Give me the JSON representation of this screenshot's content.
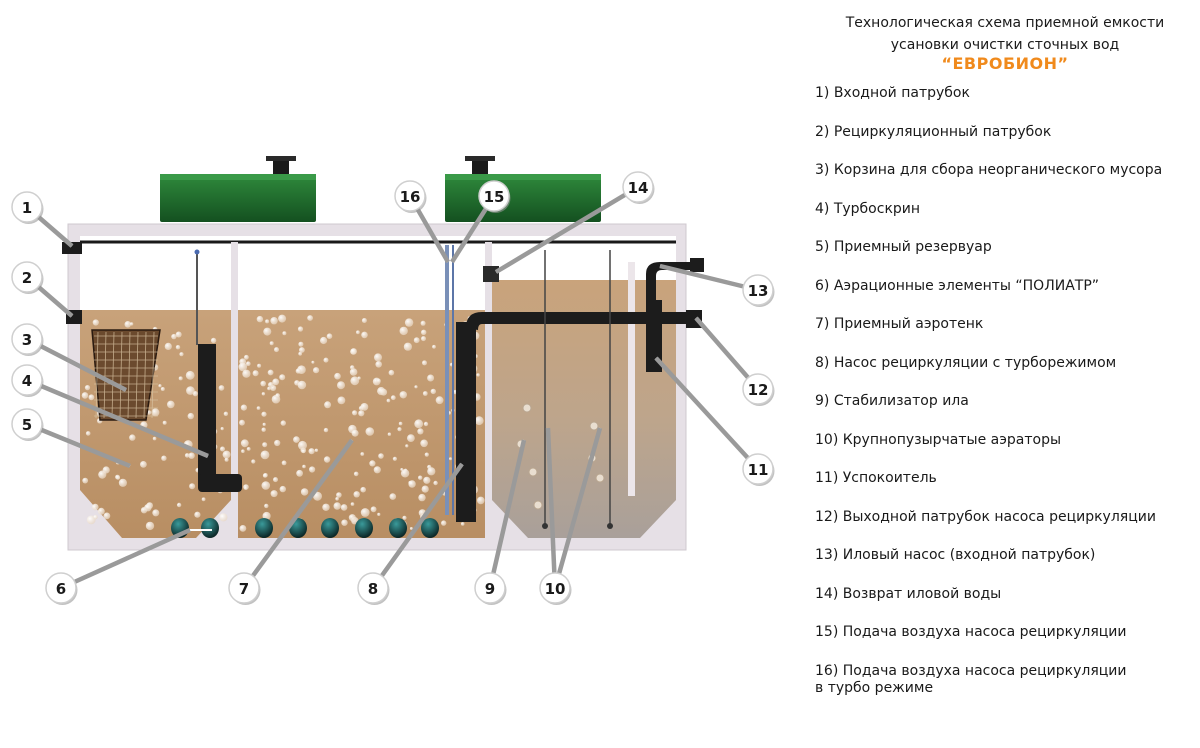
{
  "title_line1": "Технологическая схема приемной емкости",
  "title_line2": "усановки очистки сточных вод",
  "brand": "“ЕВРОБИОН”",
  "legend": [
    "1) Входной патрубок",
    "2) Рециркуляционный патрубок",
    "3) Корзина для сбора неорганического мусора",
    "4) Турбоскрин",
    "5) Приемный резервуар",
    "6) Аэрационные элементы “ПОЛИАТР”",
    "7) Приемный аэротенк",
    "8) Насос рециркуляции с турборежимом",
    "9) Стабилизатор ила",
    "10) Крупнопузырчатые аэраторы",
    "11) Успокоитель",
    "12) Выходной патрубок насоса рециркуляции",
    "13) Иловый насос (входной патрубок)",
    "14) Возврат иловой воды",
    "15) Подача воздуха насоса рециркуляции",
    "16) Подача воздуха насоса рециркуляции\n      в турбо режиме"
  ],
  "callouts": [
    "1",
    "2",
    "3",
    "4",
    "5",
    "6",
    "7",
    "8",
    "9",
    "10",
    "11",
    "12",
    "13",
    "14",
    "15",
    "16"
  ],
  "colors": {
    "liquid": "#c9a47c",
    "tank_wall": "#e4dee3",
    "cover": "#1d6b2a",
    "pipe": "#1c1c1c",
    "brand": "#f08a1c"
  }
}
